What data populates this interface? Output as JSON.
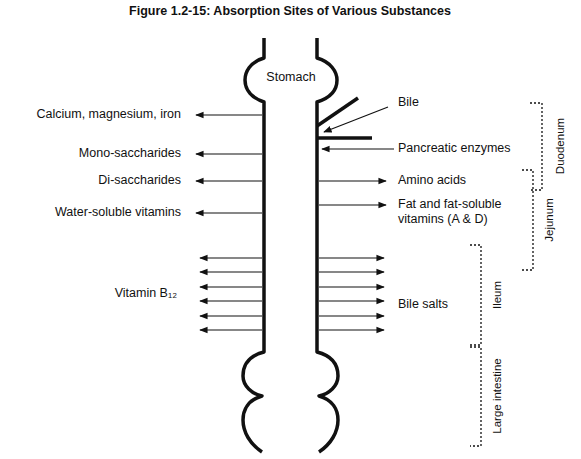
{
  "diagram": {
    "title": "Figure 1.2-15: Absorption Sites of Various Substances",
    "labels": [
      "Stomach",
      "Calcium, magnesium, iron",
      "Mono-saccharides",
      "Di-saccharides",
      "Water-soluble vitamins",
      "Vitamin B₁₂",
      "Bile",
      "Pancreatic enzymes",
      "Amino acids",
      "Fat and fat-soluble vitamins (A & D)",
      "Bile salts",
      "Duodenum",
      "Jejunum",
      "Ileum",
      "Large intestine"
    ]
  }
}
